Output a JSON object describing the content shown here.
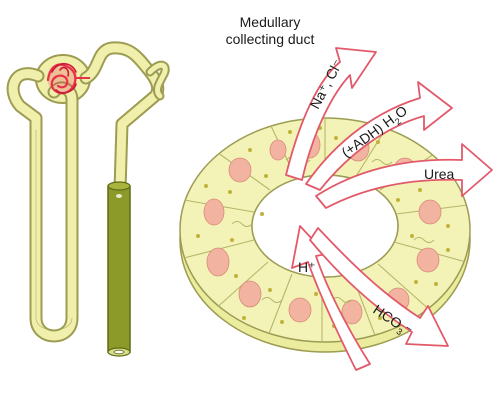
{
  "title": {
    "line1": "Medullary",
    "line2": "collecting duct"
  },
  "arrows": {
    "sodium_chloride": "Na⁺, Cl⁻",
    "water_prefix": "(+ADH) H",
    "water_sub": "2",
    "water_suffix": "O",
    "urea": "Urea",
    "hydrogen": "H⁺",
    "bicarbonate_prefix": "HCO",
    "bicarbonate_sub": "3",
    "bicarbonate_suffix": "⁻"
  },
  "colors": {
    "tubule_fill": "#f0f0ac",
    "tubule_outline": "#9c9c52",
    "collecting_duct_highlight": "#8c9a2a",
    "glomerulus": "#e8304a",
    "nucleus": "#f2b3a0",
    "granule": "#c0b23a",
    "arrow_fill": "#ffffff",
    "arrow_outline": "#e25a6a"
  }
}
